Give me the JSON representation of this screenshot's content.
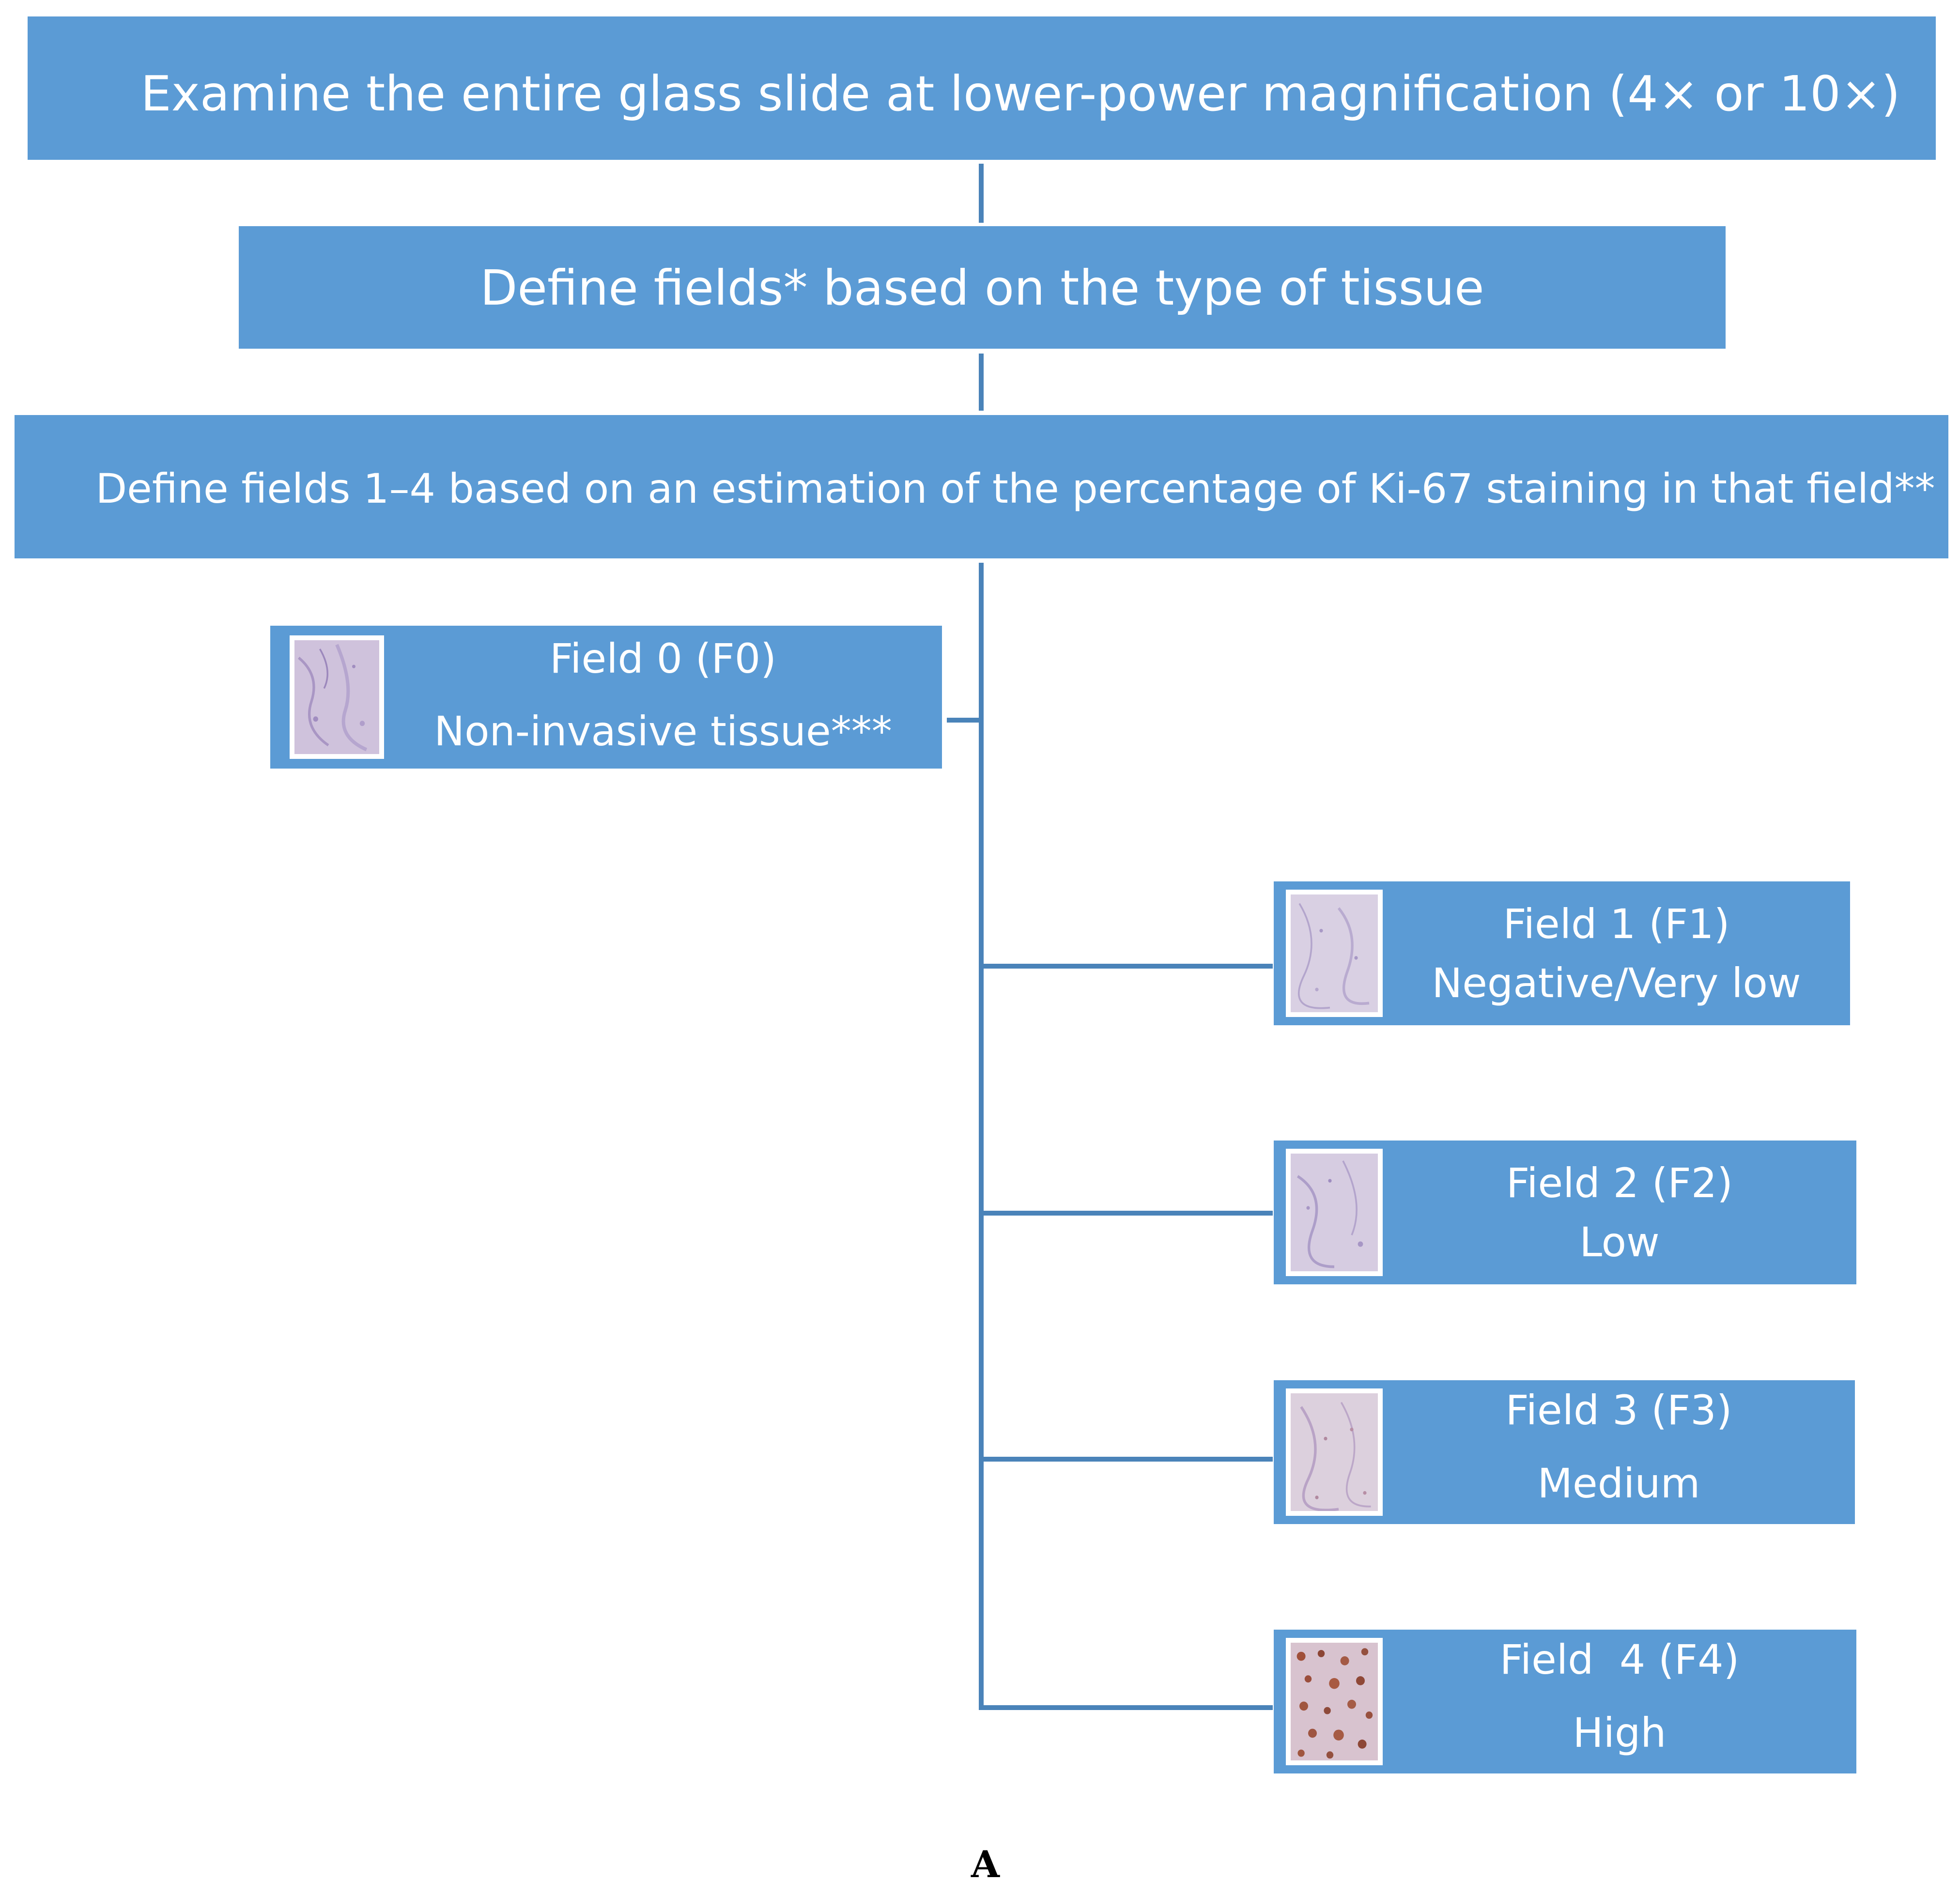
{
  "steps": [
    "Examine the entire glass slide at lower-power magnification (4× or 10×)",
    "Define fields* based on the type of tissue",
    "Define fields 1–4 based on an estimation of the percentage of Ki-67 staining in that field**"
  ],
  "fields": [
    {
      "title": "Field 0 (F0)",
      "subtitle": "Non-invasive tissue***",
      "thumbnail_icon": "micrograph-image-f0"
    },
    {
      "title": "Field 1 (F1)",
      "subtitle": "Negative/Very low",
      "thumbnail_icon": "micrograph-image-f1"
    },
    {
      "title": "Field 2 (F2)",
      "subtitle": "Low",
      "thumbnail_icon": "micrograph-image-f2"
    },
    {
      "title": "Field 3 (F3)",
      "subtitle": "Medium",
      "thumbnail_icon": "micrograph-image-f3"
    },
    {
      "title": "Field  4 (F4)",
      "subtitle": "High",
      "thumbnail_icon": "micrograph-image-f4"
    }
  ],
  "panel_label": "A",
  "colors": {
    "box_fill": "#5b9bd5",
    "connector": "#4a83b9",
    "text": "#ffffff"
  }
}
